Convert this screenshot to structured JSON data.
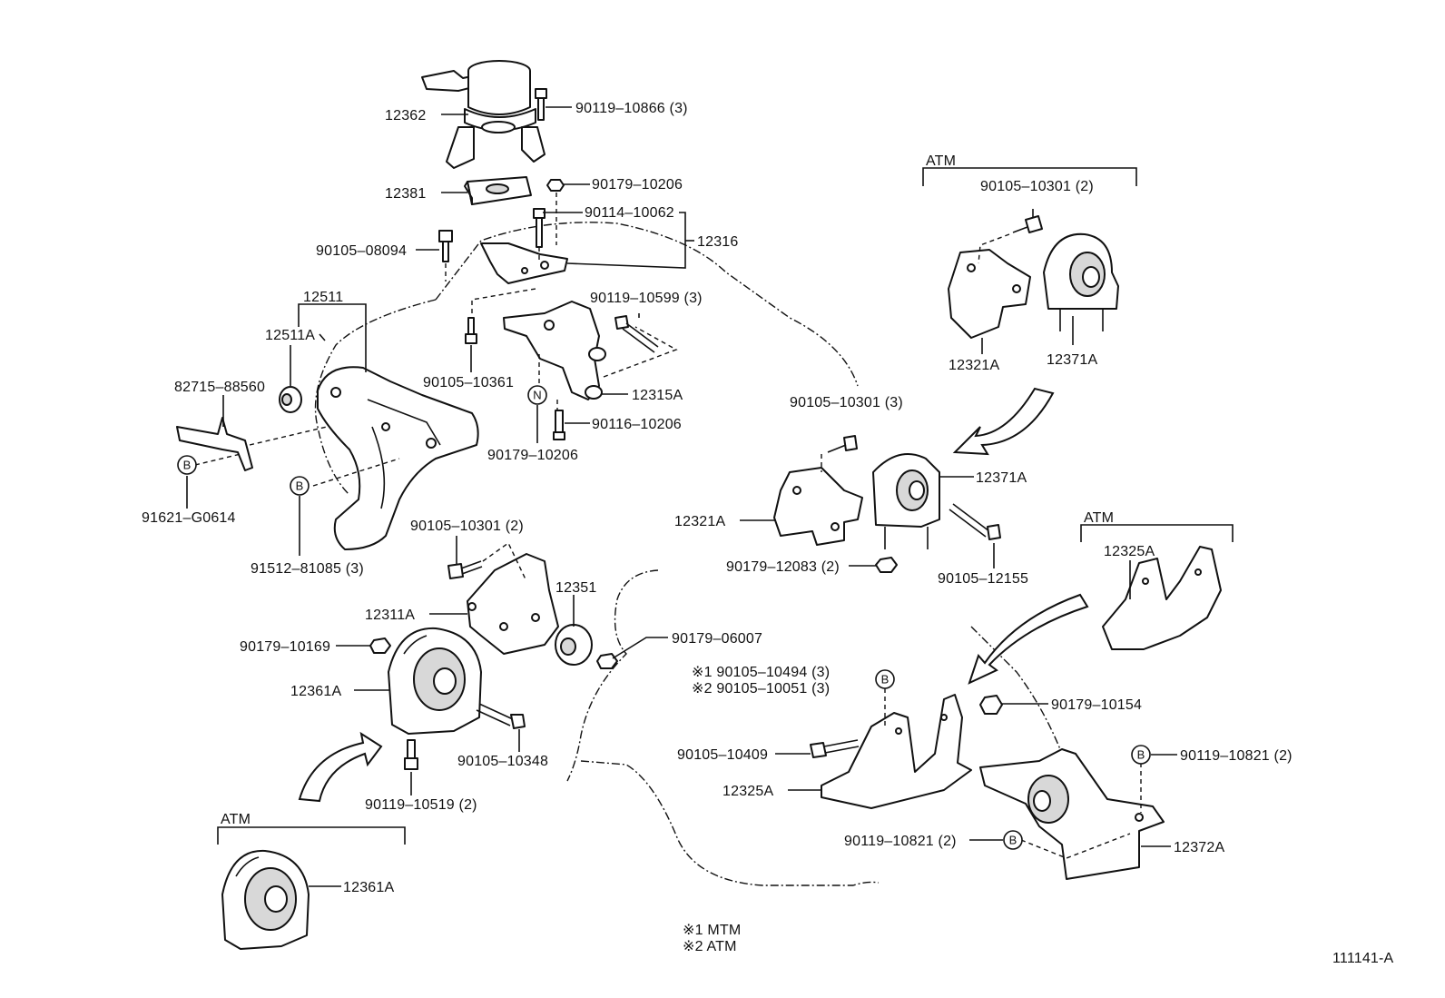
{
  "diagram_id": "111141-A",
  "notes": {
    "note1": "※1  MTM",
    "note2": "※2  ATM"
  },
  "group_labels": {
    "atm_top_right": "ATM",
    "atm_mid_right": "ATM",
    "atm_bottom_left": "ATM"
  },
  "circle_markers": {
    "b": "B",
    "n": "N"
  },
  "parts": {
    "p12362": "12362",
    "p90119_10866": "90119–10866 (3)",
    "p12381": "12381",
    "p90179_10206_top": "90179–10206",
    "p90114_10062": "90114–10062",
    "p12316": "12316",
    "p90105_08094": "90105–08094",
    "p12511": "12511",
    "p12511A": "12511A",
    "p82715_88560": "82715–88560",
    "p91621_G0614": "91621–G0614",
    "p91512_81085": "91512–81085 (3)",
    "p90119_10599": "90119–10599 (3)",
    "p90105_10361": "90105–10361",
    "p12315A": "12315A",
    "p90116_10206": "90116–10206",
    "p90179_10206_bottom": "90179–10206",
    "p90105_10301_3": "90105–10301 (3)",
    "p12371A_mid": "12371A",
    "p12321A_mid": "12321A",
    "p90179_12083": "90179–12083 (2)",
    "p90105_12155": "90105–12155",
    "p90105_10301_2_atm": "90105–10301 (2)",
    "p12321A_atm": "12321A",
    "p12371A_atm": "12371A",
    "p12325A_atm": "12325A",
    "p90105_10301_2": "90105–10301 (2)",
    "p12351": "12351",
    "p12311A": "12311A",
    "p90179_10169": "90179–10169",
    "p90179_06007": "90179–06007",
    "p12361A": "12361A",
    "p90105_10348": "90105–10348",
    "p90119_10519": "90119–10519 (2)",
    "p12361A_atm": "12361A",
    "p90105_10494": "※1  90105–10494 (3)",
    "p90105_10051": "※2  90105–10051 (3)",
    "p90105_10409": "90105–10409",
    "p12325A": "12325A",
    "p90179_10154": "90179–10154",
    "p90119_10821_right": "90119–10821 (2)",
    "p90119_10821_left": "90119–10821 (2)",
    "p12372A": "12372A"
  }
}
